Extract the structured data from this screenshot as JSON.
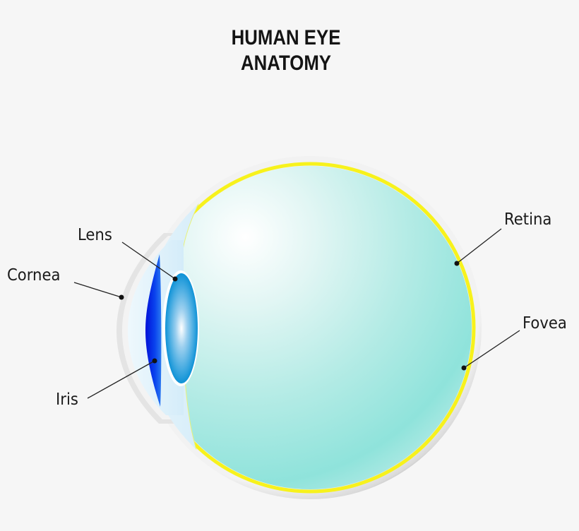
{
  "title": {
    "line1": "HUMAN EYE",
    "line2": "ANATOMY"
  },
  "labels": {
    "lens": "Lens",
    "cornea": "Cornea",
    "iris": "Iris",
    "retina": "Retina",
    "fovea": "Fovea"
  },
  "colors": {
    "background": "#f6f6f6",
    "sclera": "#c8c8c8",
    "retina": "#f7f21c",
    "vitreous": "#8fe3db",
    "iris": "#0a34e0",
    "lens": "#1496d8",
    "aqueous": "#dcf0fb",
    "leader_line": "#222222"
  }
}
